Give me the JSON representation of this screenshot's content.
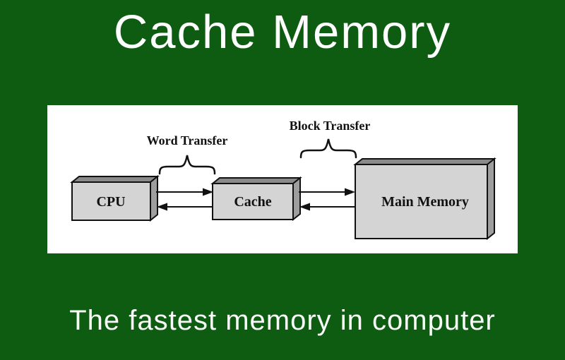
{
  "title": "Cache Memory",
  "caption": "The fastest memory in computer",
  "colors": {
    "background_green": "#0e5c11",
    "panel_white": "#ffffff",
    "heading_text": "#ffffff",
    "diagram_ink": "#111111",
    "box_front": "#d4d4d4",
    "box_top": "#8a8a8a",
    "box_side": "#9e9e9e"
  },
  "diagram": {
    "word_transfer_label": "Word Transfer",
    "block_transfer_label": "Block Transfer",
    "cpu_label": "CPU",
    "cache_label": "Cache",
    "main_memory_label": "Main Memory"
  }
}
